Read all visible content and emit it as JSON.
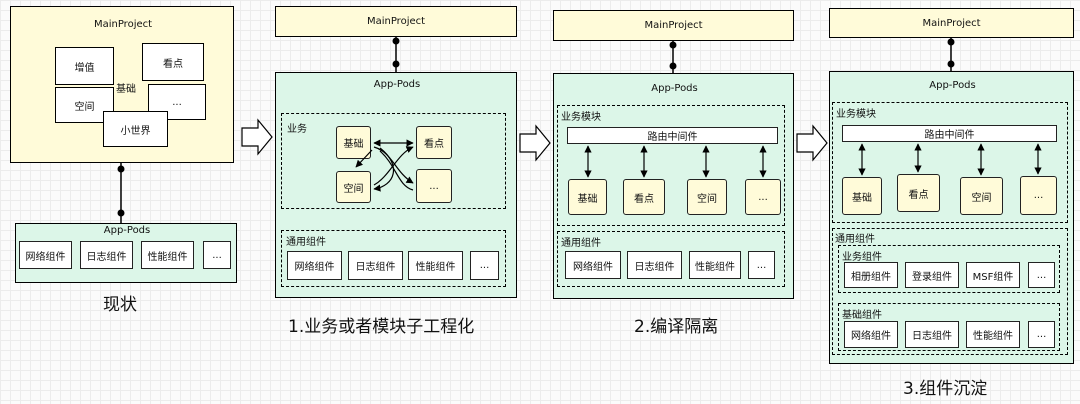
{
  "stage0": {
    "main_title": "MainProject",
    "blocks": {
      "zengzhi": "增值",
      "kandian": "看点",
      "jichu": "基础",
      "kongjian": "空间",
      "more": "...",
      "xiaoshijie": "小世界"
    },
    "pods_title": "App-Pods",
    "components": [
      "网络组件",
      "日志组件",
      "性能组件",
      "..."
    ],
    "caption": "现状"
  },
  "stage1": {
    "main_title": "MainProject",
    "pods_title": "App-Pods",
    "business_label": "业务",
    "modules": {
      "jichu": "基础",
      "kandian": "看点",
      "kongjian": "空间",
      "more": "..."
    },
    "common_label": "通用组件",
    "components": [
      "网络组件",
      "日志组件",
      "性能组件",
      "..."
    ],
    "caption": "1.业务或者模块子工程化"
  },
  "stage2": {
    "main_title": "MainProject",
    "pods_title": "App-Pods",
    "business_label": "业务模块",
    "router": "路由中间件",
    "modules": [
      "基础",
      "看点",
      "空间",
      "..."
    ],
    "common_label": "通用组件",
    "components": [
      "网络组件",
      "日志组件",
      "性能组件",
      "..."
    ],
    "caption": "2.编译隔离"
  },
  "stage3": {
    "main_title": "MainProject",
    "pods_title": "App-Pods",
    "business_label": "业务模块",
    "router": "路由中间件",
    "modules": [
      "基础",
      "看点",
      "空间",
      "..."
    ],
    "common_label": "通用组件",
    "biz_comp_label": "业务组件",
    "biz_components": [
      "相册组件",
      "登录组件",
      "MSF组件",
      "..."
    ],
    "base_comp_label": "基础组件",
    "base_components": [
      "网络组件",
      "日志组件",
      "性能组件",
      "..."
    ],
    "caption": "3.组件沉淀"
  },
  "colors": {
    "yellow": "#fffbd9",
    "teal": "#dcf6e8",
    "line": "#000000"
  }
}
